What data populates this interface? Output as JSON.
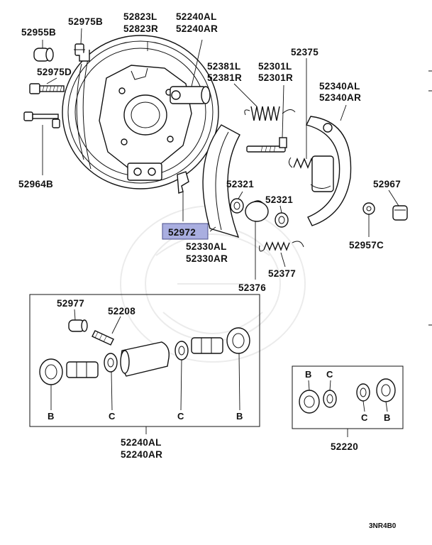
{
  "diagram": {
    "labels": {
      "p52955B": "52955B",
      "p52975B": "52975B",
      "p52823L": "52823L",
      "p52823R": "52823R",
      "p52240AL_top": "52240AL",
      "p52240AR_top": "52240AR",
      "p52975D": "52975D",
      "p52964B": "52964B",
      "p52381L": "52381L",
      "p52381R": "52381R",
      "p52301L": "52301L",
      "p52301R": "52301R",
      "p52375": "52375",
      "p52340AL": "52340AL",
      "p52340AR": "52340AR",
      "p52321a": "52321",
      "p52321b": "52321",
      "p52967": "52967",
      "p52972": "52972",
      "p52330AL": "52330AL",
      "p52330AR": "52330AR",
      "p52957C": "52957C",
      "p52377": "52377",
      "p52376": "52376",
      "p52977": "52977",
      "p52208": "52208",
      "p52240AL_bot": "52240AL",
      "p52240AR_bot": "52240AR",
      "p52220": "52220",
      "catalog_code": "3NR4B0"
    },
    "cylinder_callouts": [
      "B",
      "C",
      "C",
      "B"
    ],
    "kit_callouts_top": [
      "B",
      "C"
    ],
    "kit_callouts_bottom": [
      "C",
      "B"
    ],
    "highlight_color": "#a9aee0"
  }
}
